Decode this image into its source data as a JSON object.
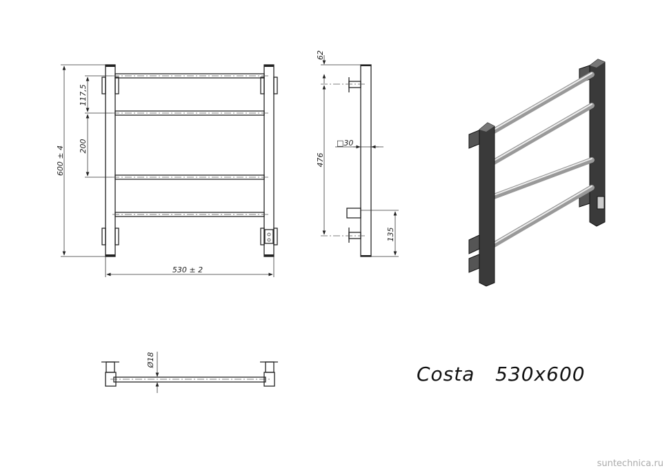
{
  "drawing": {
    "product_name": "Costa",
    "product_size": "530x600",
    "dimensions": {
      "height": "600 ± 4",
      "width": "530 ± 2",
      "top_bar_offset": "117,5",
      "bar_spacing": "200",
      "top_mount_offset": "62",
      "mount_spacing": "476",
      "profile": "□30",
      "connection_height": "135",
      "tube_diameter": "Ø18"
    }
  },
  "watermark": "suntechnica.ru"
}
